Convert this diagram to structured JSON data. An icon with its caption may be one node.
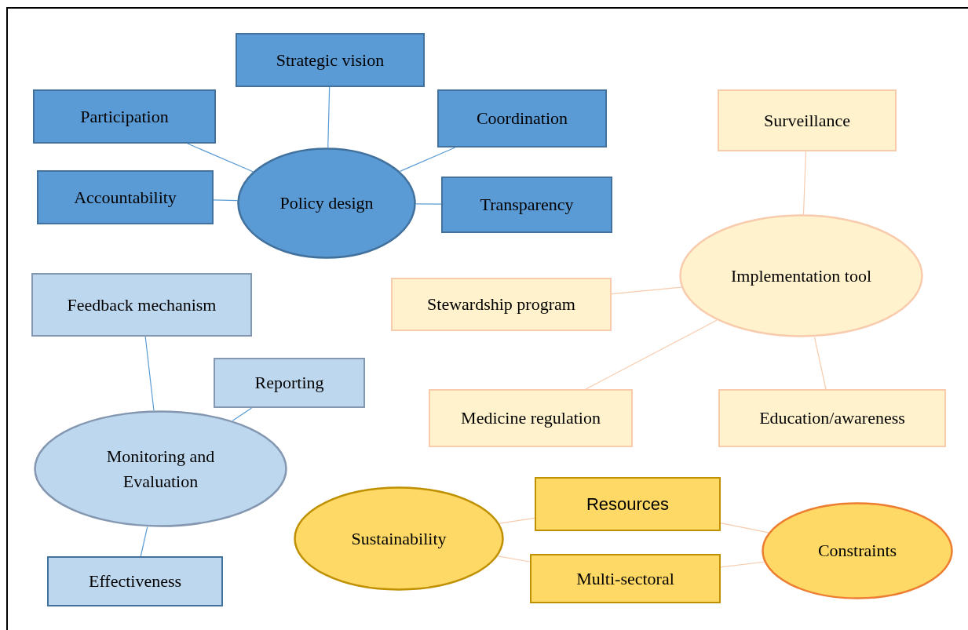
{
  "diagram": {
    "nodes": [
      {
        "text": [
          "Policy design"
        ]
      },
      {
        "text": [
          "Strategic vision"
        ]
      },
      {
        "text": [
          "Participation"
        ]
      },
      {
        "text": [
          "Coordination"
        ]
      },
      {
        "text": [
          "Accountability"
        ]
      },
      {
        "text": [
          "Transparency"
        ]
      },
      {
        "text": [
          "Implementation tool"
        ]
      },
      {
        "text": [
          "Surveillance"
        ]
      },
      {
        "text": [
          "Stewardship program"
        ]
      },
      {
        "text": [
          "Medicine regulation"
        ]
      },
      {
        "text": [
          "Education/awareness"
        ]
      },
      {
        "text": [
          "Monitoring and Evaluation"
        ]
      },
      {
        "text": [
          "Feedback mechanism"
        ]
      },
      {
        "text": [
          "Reporting"
        ]
      },
      {
        "text": [
          "Effectiveness"
        ]
      },
      {
        "text": [
          "Sustainability"
        ]
      },
      {
        "text": [
          "Resources"
        ]
      },
      {
        "text": [
          "Multi-sectoral"
        ]
      },
      {
        "text": [
          "Constraints"
        ]
      }
    ],
    "edges": [
      {
        "from": 1,
        "to": 0,
        "arrow": "none"
      },
      {
        "from": 2,
        "to": 0,
        "arrow": "none"
      },
      {
        "from": 3,
        "to": 0,
        "arrow": "none"
      },
      {
        "from": 4,
        "to": 0,
        "arrow": "none"
      },
      {
        "from": 5,
        "to": 0,
        "arrow": "none"
      },
      {
        "from": 7,
        "to": 6,
        "arrow": "none",
        "color": "#f8cbad"
      },
      {
        "from": 8,
        "to": 6,
        "arrow": "none",
        "color": "#f8cbad"
      },
      {
        "from": 9,
        "to": 6,
        "arrow": "none",
        "color": "#f8cbad"
      },
      {
        "from": 10,
        "to": 6,
        "arrow": "none",
        "color": "#f8cbad"
      },
      {
        "from": 12,
        "to": 11,
        "arrow": "none"
      },
      {
        "from": 13,
        "to": 11,
        "arrow": "none"
      },
      {
        "from": 14,
        "to": 11,
        "arrow": "none"
      },
      {
        "from": 15,
        "to": 16,
        "arrow": "none",
        "color": "#f8cbad"
      },
      {
        "from": 15,
        "to": 17,
        "arrow": "none",
        "color": "#f8cbad"
      },
      {
        "from": 16,
        "to": 18,
        "arrow": "none",
        "color": "#f8cbad"
      },
      {
        "from": 17,
        "to": 18,
        "arrow": "none",
        "color": "#f8cbad"
      }
    ]
  }
}
